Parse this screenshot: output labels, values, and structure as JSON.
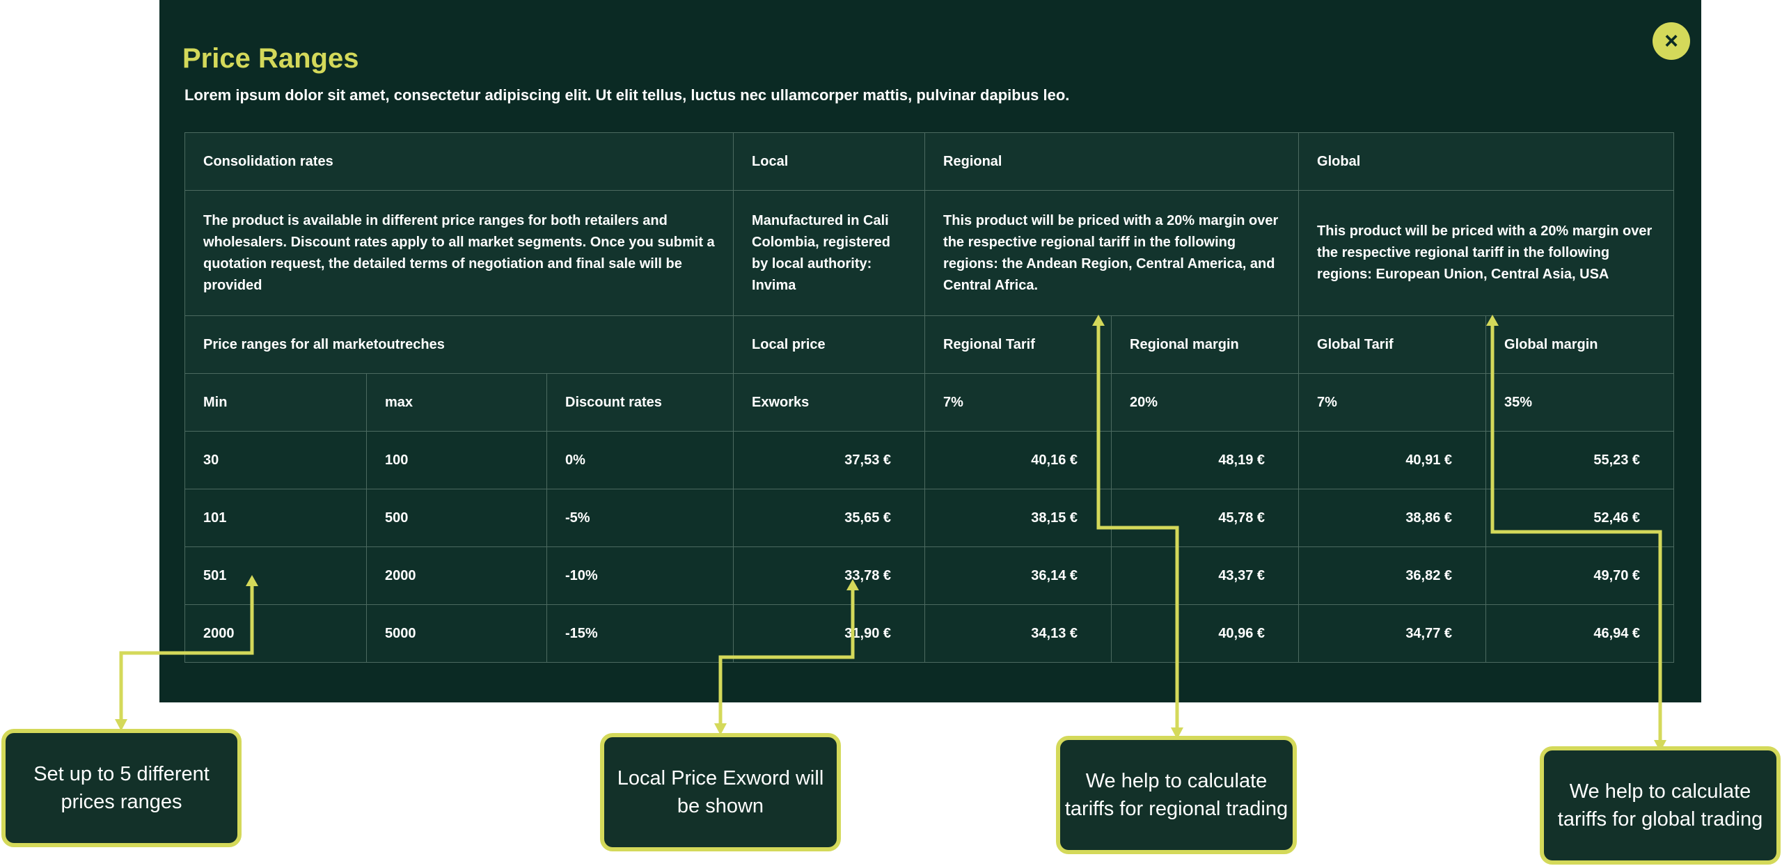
{
  "modal": {
    "title": "Price Ranges",
    "subtitle": "Lorem ipsum dolor sit amet, consectetur adipiscing elit. Ut elit tellus, luctus nec ullamcorper mattis, pulvinar dapibus leo.",
    "close_icon": "×"
  },
  "table": {
    "header": {
      "consolidation": "Consolidation rates",
      "local": "Local",
      "regional": "Regional",
      "global": "Global"
    },
    "descriptions": {
      "consolidation": "The product is available in different price ranges for both retailers and wholesalers. Discount rates apply to all market segments. Once you submit a quotation request, the detailed terms of negotiation and final sale will be provided",
      "local": "Manufactured in Cali Colombia, registered by local authority: Invima",
      "regional": "This product will be priced with a 20% margin over the respective regional tariff in the following regions: the Andean Region, Central America, and Central Africa.",
      "global": "This product will be priced with a 20% margin over the respective regional tariff in the following regions: European Union, Central Asia, USA"
    },
    "subheader": {
      "price_ranges": "Price ranges for all marketoutreches",
      "local_price": "Local price",
      "regional_tarif": "Regional Tarif",
      "regional_margin": "Regional margin",
      "global_tarif": "Global Tarif",
      "global_margin": "Global margin"
    },
    "columns": {
      "min": "Min",
      "max": "max",
      "discount": "Discount rates",
      "exworks": "Exworks",
      "regional_tarif": "7%",
      "regional_margin": "20%",
      "global_tarif": "7%",
      "global_margin": "35%"
    },
    "rows": [
      [
        "30",
        "100",
        "0%",
        "37,53 €",
        "40,16 €",
        "48,19 €",
        "40,91 €",
        "55,23 €"
      ],
      [
        "101",
        "500",
        "-5%",
        "35,65 €",
        "38,15 €",
        "45,78 €",
        "38,86 €",
        "52,46 €"
      ],
      [
        "501",
        "2000",
        "-10%",
        "33,78 €",
        "36,14 €",
        "43,37 €",
        "36,82 €",
        "49,70 €"
      ],
      [
        "2000",
        "5000",
        "-15%",
        "31,90 €",
        "34,13 €",
        "40,96 €",
        "34,77 €",
        "46,94 €"
      ]
    ]
  },
  "callouts": {
    "price_ranges": "Set up to 5 different prices ranges",
    "local_price": "Local Price Exword will be shown",
    "regional": "We help to calculate tariffs for regional trading",
    "global": "We help to calculate tariffs for global trading"
  },
  "colors": {
    "modal_bg": "#0b2a24",
    "accent": "#d4d95a",
    "callout_bg": "#133129"
  }
}
